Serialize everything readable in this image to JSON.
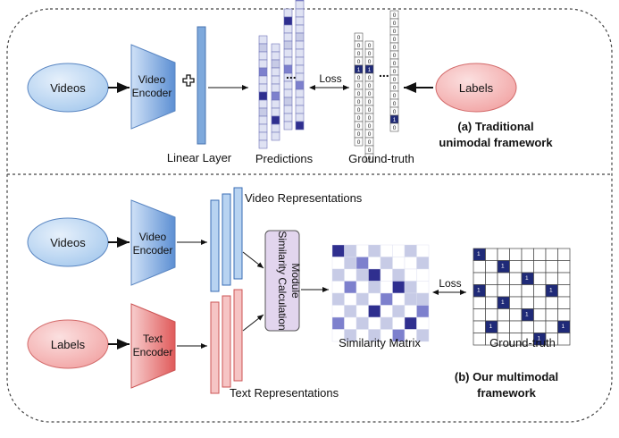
{
  "top": {
    "videos_label": "Videos",
    "encoder_label_1": "Video",
    "encoder_label_2": "Encoder",
    "linear_layer_label": "Linear Layer",
    "predictions_label": "Predictions",
    "loss_label": "Loss",
    "groundtruth_label": "Ground-truth",
    "labels_label": "Labels",
    "caption_line1": "(a) Traditional",
    "caption_line2": "unimodal framework",
    "dots": "...",
    "prediction_columns": [
      [
        0,
        1,
        0,
        0,
        2,
        0,
        0,
        3,
        0,
        1,
        0,
        0,
        0,
        0
      ],
      [
        0,
        0,
        1,
        0,
        0,
        0,
        2,
        0,
        0,
        3,
        0,
        0
      ],
      [
        0,
        3,
        0,
        0,
        1,
        0,
        0,
        2,
        0,
        0,
        0,
        1,
        0,
        0,
        0
      ],
      [
        0,
        1,
        0,
        0,
        0,
        0,
        0,
        0,
        0,
        0,
        0,
        1,
        0,
        2,
        0,
        0,
        0,
        0,
        1,
        0,
        0,
        0,
        0,
        0,
        2,
        0,
        0,
        0,
        0,
        3
      ]
    ],
    "groundtruth_columns": [
      [
        "0",
        "0",
        "0",
        "0",
        "1",
        "0",
        "0",
        "0",
        "0",
        "0",
        "0",
        "0",
        "0",
        "0"
      ],
      [
        "0",
        "0",
        "0",
        "1",
        "0",
        "0",
        "0",
        "0",
        "0",
        "0",
        "0",
        "0",
        "0",
        "0",
        "0"
      ],
      [
        "0",
        "0",
        "0",
        "0",
        "0",
        "0",
        "0",
        "0",
        "0",
        "0",
        "0",
        "0",
        "0",
        "1",
        "0"
      ]
    ]
  },
  "bottom": {
    "videos_label": "Videos",
    "video_encoder_1": "Video",
    "video_encoder_2": "Encoder",
    "labels_label": "Labels",
    "text_encoder_1": "Text",
    "text_encoder_2": "Encoder",
    "video_repr_label": "Video Representations",
    "text_repr_label": "Text Representations",
    "similarity_module_1": "Similarity Calculation",
    "similarity_module_2": "Module",
    "similarity_matrix_label": "Similarity Matrix",
    "loss_label": "Loss",
    "groundtruth_label": "Ground-truth",
    "groundtruth_one": "1",
    "caption_line1": "(b) Our multimodal",
    "caption_line2": "framework",
    "similarity_matrix": [
      [
        3,
        1,
        0,
        1,
        0,
        0,
        1,
        0
      ],
      [
        0,
        1,
        2,
        0,
        1,
        0,
        0,
        1
      ],
      [
        1,
        0,
        1,
        3,
        0,
        1,
        0,
        0
      ],
      [
        0,
        2,
        0,
        1,
        0,
        3,
        1,
        0
      ],
      [
        1,
        0,
        1,
        0,
        2,
        0,
        1,
        1
      ],
      [
        0,
        1,
        0,
        3,
        0,
        1,
        0,
        2
      ],
      [
        2,
        0,
        1,
        0,
        1,
        0,
        3,
        0
      ],
      [
        0,
        1,
        0,
        1,
        0,
        2,
        0,
        1
      ]
    ],
    "groundtruth_ones": [
      [
        0,
        0
      ],
      [
        1,
        2
      ],
      [
        2,
        4
      ],
      [
        3,
        0
      ],
      [
        3,
        6
      ],
      [
        4,
        2
      ],
      [
        5,
        4
      ],
      [
        6,
        1
      ],
      [
        6,
        7
      ],
      [
        7,
        5
      ]
    ]
  },
  "colors": {
    "shade_levels": [
      "#ffffff",
      "#c7cbe6",
      "#7d80cd",
      "#2f2f8f"
    ],
    "video_blue": "#9ec2ea",
    "text_red": "#ef9c9c",
    "module_fill": "#e2d5ee",
    "border": "#333333"
  }
}
